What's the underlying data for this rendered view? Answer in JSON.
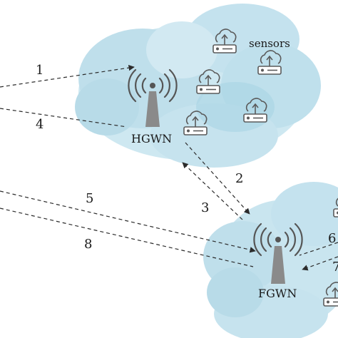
{
  "labels": {
    "hgwn": "HGWN",
    "fgwn": "FGWN",
    "sensors": "sensors"
  },
  "arrows": [
    "1",
    "2",
    "3",
    "4",
    "5",
    "6",
    "7",
    "8"
  ],
  "colors": {
    "cloud": "#bfe0ec",
    "cloud_dark": "#a9d3e4",
    "tower": "#8a8a8a",
    "icon": "#5a5a5a"
  }
}
